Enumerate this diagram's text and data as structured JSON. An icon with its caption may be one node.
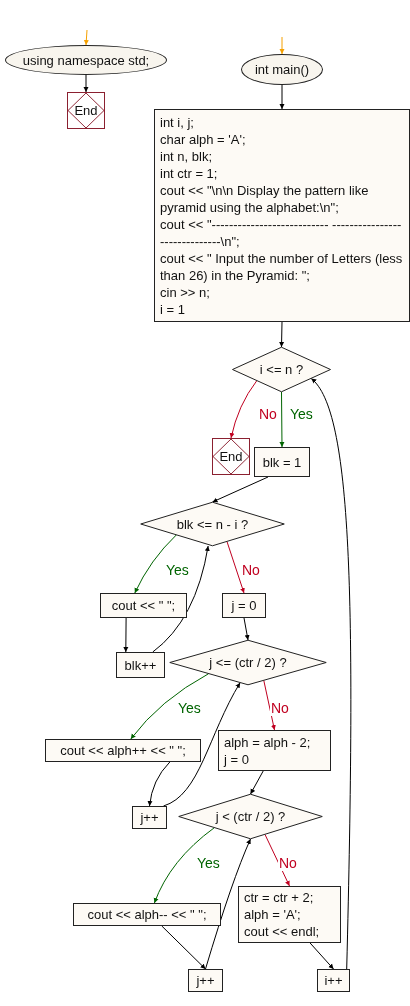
{
  "diagram": {
    "nodes": [
      {
        "text": [
          "using namespace std;"
        ]
      },
      {
        "text": [
          "End"
        ]
      },
      {
        "text": [
          "int main()"
        ]
      },
      {
        "text": [
          "int i, j;",
          "char alph = 'A';",
          "int n, blk;",
          "int ctr = 1;",
          "cout << \"\\n\\n Display the pattern like pyramid using the alphabet:\\n\";",
          "cout << \"--------------------------- ------------------------------\\n\";",
          "cout << \" Input the number of Letters (less than 26) in the Pyramid: \";",
          "cin >> n;",
          "i = 1"
        ]
      },
      {
        "text": [
          "i <= n ?"
        ]
      },
      {
        "text": [
          "End"
        ]
      },
      {
        "text": [
          "blk = 1"
        ]
      },
      {
        "text": [
          "blk <= n - i ?"
        ]
      },
      {
        "text": [
          "cout << \"  \";"
        ]
      },
      {
        "text": [
          "j = 0"
        ]
      },
      {
        "text": [
          "blk++"
        ]
      },
      {
        "text": [
          "j <= (ctr / 2) ?"
        ]
      },
      {
        "text": [
          "cout << alph++ << \" \";"
        ]
      },
      {
        "text": [
          "alph = alph - 2;",
          "j = 0"
        ]
      },
      {
        "text": [
          "j++"
        ]
      },
      {
        "text": [
          "j < (ctr / 2) ?"
        ]
      },
      {
        "text": [
          "cout << alph-- << \" \";"
        ]
      },
      {
        "text": [
          "ctr = ctr + 2;",
          "alph = 'A';",
          "cout << endl;"
        ]
      },
      {
        "text": [
          "j++"
        ]
      },
      {
        "text": [
          "i++"
        ]
      }
    ],
    "edges": [
      {
        "from": null,
        "to": 0,
        "arrow": "to",
        "color": "#f5a000"
      },
      {
        "from": 0,
        "to": 1,
        "arrow": "to"
      },
      {
        "from": null,
        "to": 2,
        "arrow": "to",
        "color": "#f5a000"
      },
      {
        "from": 2,
        "to": 3,
        "arrow": "to"
      },
      {
        "from": 3,
        "to": 4,
        "arrow": "to"
      },
      {
        "from": 4,
        "to": 5,
        "arrow": "to",
        "label": "No",
        "color": "#c00020"
      },
      {
        "from": 4,
        "to": 6,
        "arrow": "to",
        "label": "Yes",
        "color": "#006400"
      },
      {
        "from": 6,
        "to": 7,
        "arrow": "to"
      },
      {
        "from": 7,
        "to": 8,
        "arrow": "to",
        "label": "Yes",
        "color": "#006400"
      },
      {
        "from": 7,
        "to": 9,
        "arrow": "to",
        "label": "No",
        "color": "#c00020"
      },
      {
        "from": 8,
        "to": 10,
        "arrow": "to"
      },
      {
        "from": 10,
        "to": 7,
        "arrow": "to"
      },
      {
        "from": 9,
        "to": 11,
        "arrow": "to"
      },
      {
        "from": 11,
        "to": 12,
        "arrow": "to",
        "label": "Yes",
        "color": "#006400"
      },
      {
        "from": 11,
        "to": 13,
        "arrow": "to",
        "label": "No",
        "color": "#c00020"
      },
      {
        "from": 12,
        "to": 14,
        "arrow": "to"
      },
      {
        "from": 14,
        "to": 11,
        "arrow": "to"
      },
      {
        "from": 13,
        "to": 15,
        "arrow": "to"
      },
      {
        "from": 15,
        "to": 16,
        "arrow": "to",
        "label": "Yes",
        "color": "#006400"
      },
      {
        "from": 15,
        "to": 17,
        "arrow": "to",
        "label": "No",
        "color": "#c00020"
      },
      {
        "from": 16,
        "to": 18,
        "arrow": "to"
      },
      {
        "from": 18,
        "to": 15,
        "arrow": "to"
      },
      {
        "from": 17,
        "to": 19,
        "arrow": "to"
      },
      {
        "from": 19,
        "to": 4,
        "arrow": "to"
      }
    ]
  }
}
